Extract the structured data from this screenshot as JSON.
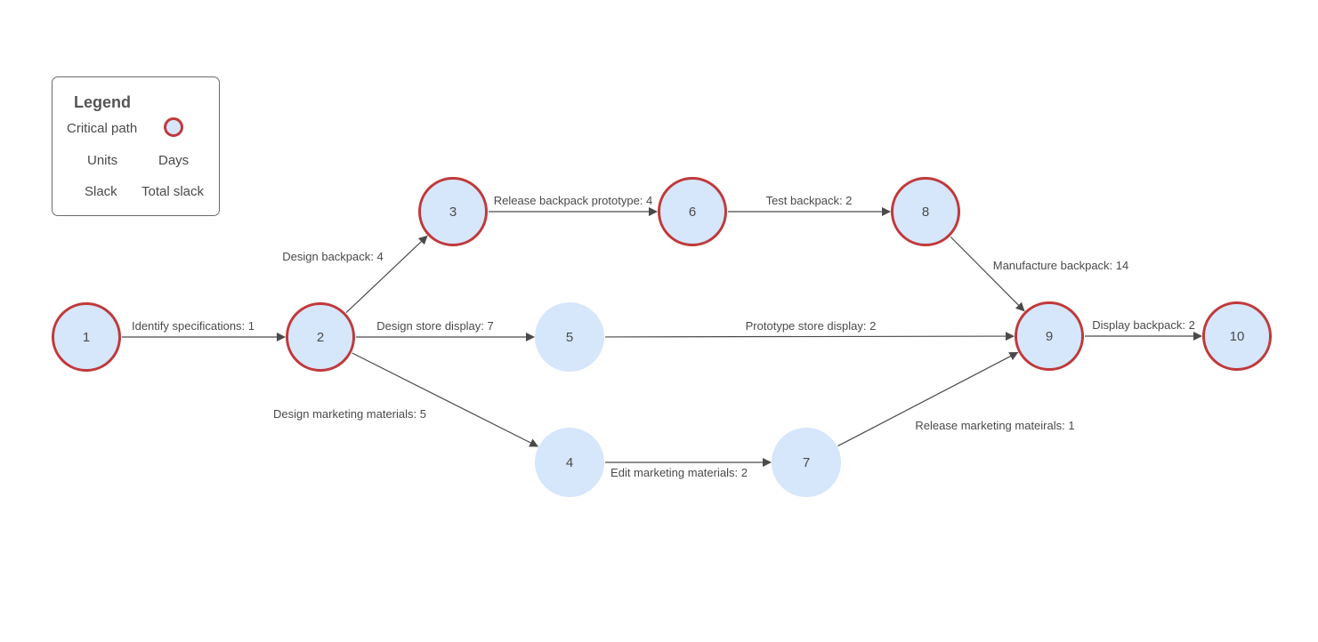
{
  "legend": {
    "title": "Legend",
    "critical_path_label": "Critical path",
    "units_label": "Units",
    "units_value": "Days",
    "slack_label": "Slack",
    "slack_value": "Total slack"
  },
  "colors": {
    "node_fill": "#d6e6fb",
    "critical_border": "#c0393b",
    "edge": "#4a4a4a",
    "text": "#4a4a4a"
  },
  "nodes": [
    {
      "id": "1",
      "label": "1",
      "critical": true
    },
    {
      "id": "2",
      "label": "2",
      "critical": true
    },
    {
      "id": "3",
      "label": "3",
      "critical": true
    },
    {
      "id": "4",
      "label": "4",
      "critical": false
    },
    {
      "id": "5",
      "label": "5",
      "critical": false
    },
    {
      "id": "6",
      "label": "6",
      "critical": true
    },
    {
      "id": "7",
      "label": "7",
      "critical": false
    },
    {
      "id": "8",
      "label": "8",
      "critical": true
    },
    {
      "id": "9",
      "label": "9",
      "critical": true
    },
    {
      "id": "10",
      "label": "10",
      "critical": true
    }
  ],
  "edges": [
    {
      "from": "1",
      "to": "2",
      "label": "Identify specifications: 1"
    },
    {
      "from": "2",
      "to": "3",
      "label": "Design backpack: 4"
    },
    {
      "from": "2",
      "to": "5",
      "label": "Design store display: 7"
    },
    {
      "from": "2",
      "to": "4",
      "label": "Design marketing materials: 5"
    },
    {
      "from": "3",
      "to": "6",
      "label": "Release backpack prototype: 4"
    },
    {
      "from": "6",
      "to": "8",
      "label": "Test backpack: 2"
    },
    {
      "from": "8",
      "to": "9",
      "label": "Manufacture backpack: 14"
    },
    {
      "from": "5",
      "to": "9",
      "label": "Prototype store display: 2"
    },
    {
      "from": "4",
      "to": "7",
      "label": "Edit marketing materials: 2"
    },
    {
      "from": "7",
      "to": "9",
      "label": "Release marketing mateirals: 1"
    },
    {
      "from": "9",
      "to": "10",
      "label": "Display backpack: 2"
    }
  ]
}
